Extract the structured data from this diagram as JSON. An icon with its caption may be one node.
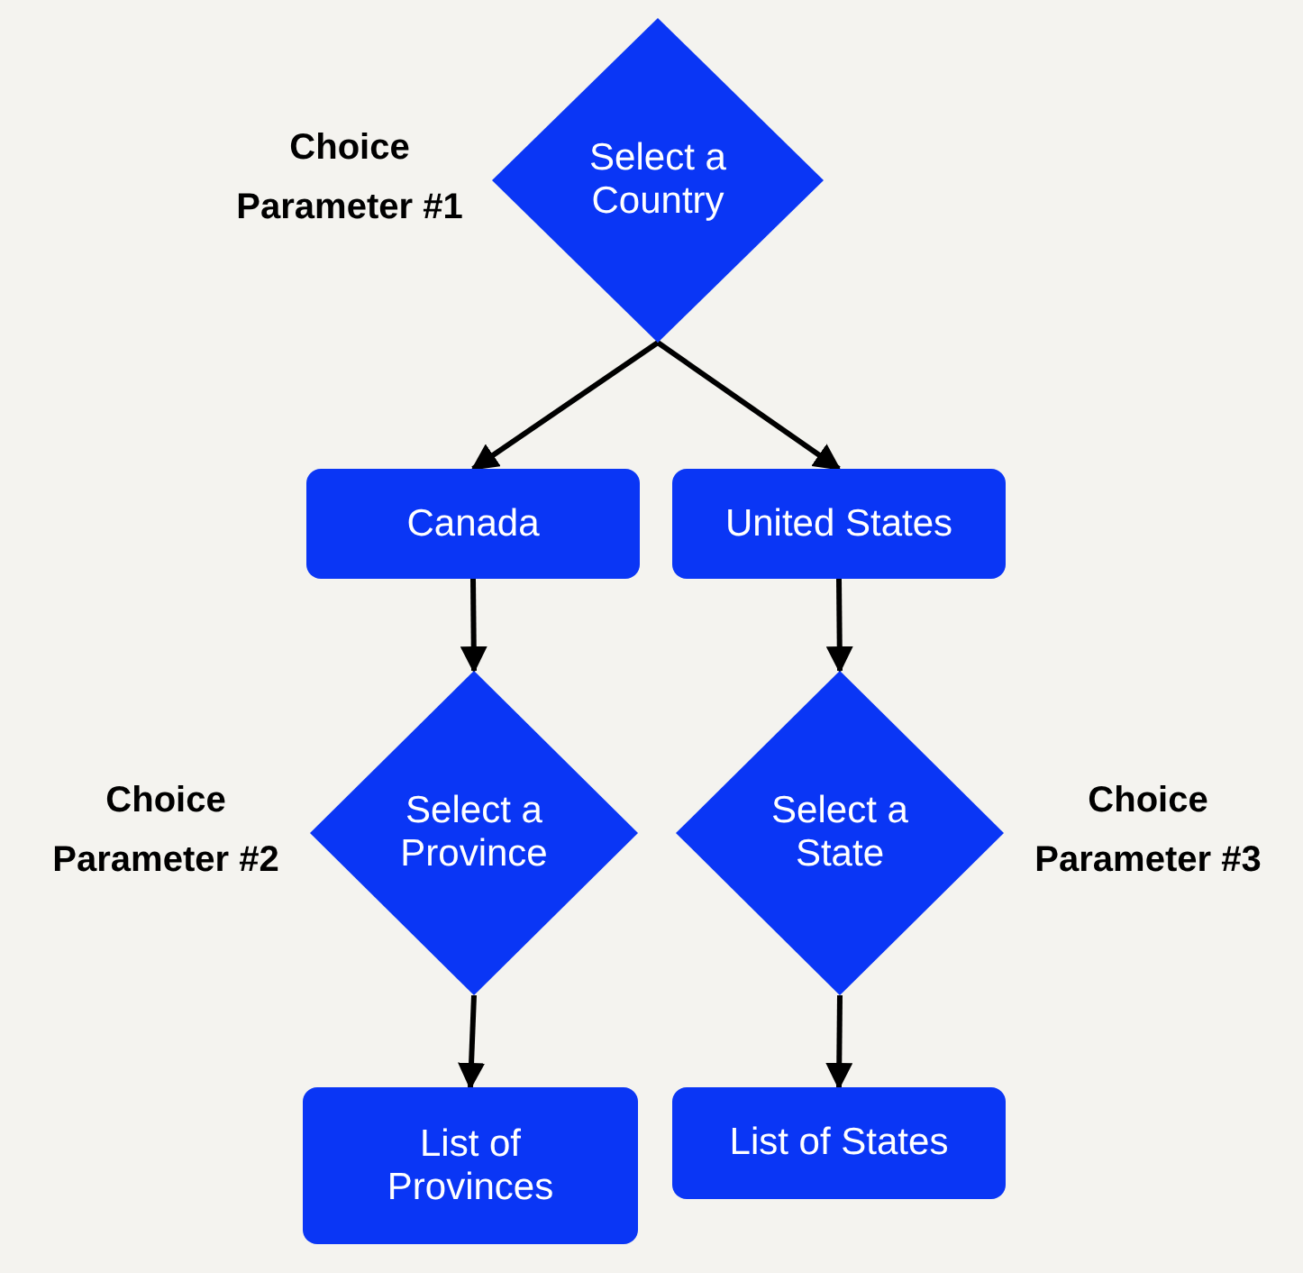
{
  "diagram": {
    "nodes": [
      {
        "text": [
          "Select a Country"
        ],
        "beside": [
          "Choice Parameter #1"
        ]
      },
      {
        "text": [
          "Canada"
        ]
      },
      {
        "text": [
          "United States"
        ]
      },
      {
        "text": [
          "Select a Province"
        ],
        "beside": [
          "Choice Parameter #2"
        ]
      },
      {
        "text": [
          "Select a State"
        ],
        "beside": [
          "Choice Parameter #3"
        ]
      },
      {
        "text": [
          "List of Provinces"
        ]
      },
      {
        "text": [
          "List of States"
        ]
      }
    ],
    "edges": [
      {
        "from": 0,
        "to": 1,
        "arrow": "to"
      },
      {
        "from": 0,
        "to": 2,
        "arrow": "to"
      },
      {
        "from": 1,
        "to": 3,
        "arrow": "to"
      },
      {
        "from": 2,
        "to": 4,
        "arrow": "to"
      },
      {
        "from": 3,
        "to": 5,
        "arrow": "to"
      },
      {
        "from": 4,
        "to": 6,
        "arrow": "to"
      }
    ]
  }
}
